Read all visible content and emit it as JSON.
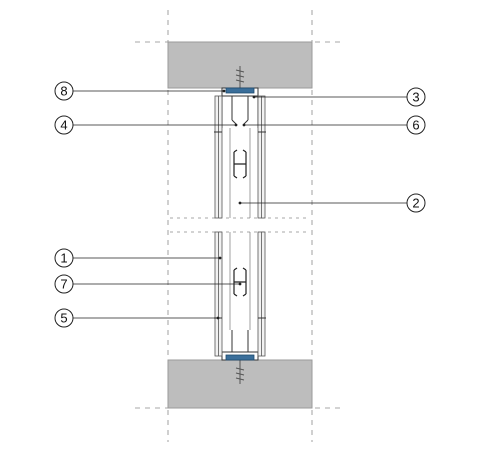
{
  "callouts": [
    {
      "id": "1",
      "label": "1"
    },
    {
      "id": "2",
      "label": "2"
    },
    {
      "id": "3",
      "label": "3"
    },
    {
      "id": "4",
      "label": "4"
    },
    {
      "id": "5",
      "label": "5"
    },
    {
      "id": "6",
      "label": "6"
    },
    {
      "id": "7",
      "label": "7"
    },
    {
      "id": "8",
      "label": "8"
    }
  ],
  "colors": {
    "slab": "#bdbdbd",
    "slab_edge": "#9a9a9a",
    "track": "#3a6e9a",
    "board": "#f2f2f2",
    "line": "#333333",
    "dash": "#888888"
  }
}
